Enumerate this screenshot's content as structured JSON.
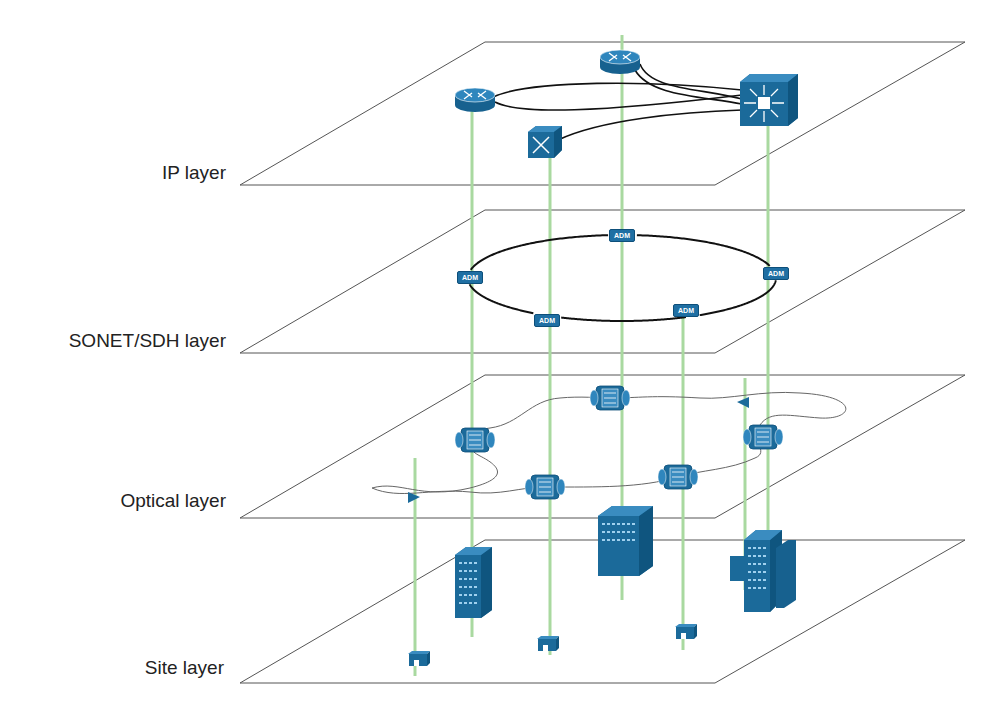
{
  "diagram": {
    "nodes": [
      {
        "text": [
          "ADM"
        ]
      },
      {
        "text": [
          "ADM"
        ]
      },
      {
        "text": [
          "ADM"
        ]
      },
      {
        "text": [
          "ADM"
        ]
      },
      {
        "text": [
          "ADM"
        ]
      }
    ],
    "edges": [
      {
        "from": 1,
        "to": 0,
        "arrow": "none"
      },
      {
        "from": 0,
        "to": 2,
        "arrow": "none"
      },
      {
        "from": 2,
        "to": 3,
        "arrow": "none"
      },
      {
        "from": 3,
        "to": 4,
        "arrow": "none"
      },
      {
        "from": 4,
        "to": 1,
        "arrow": "none"
      }
    ],
    "labels": [
      "IP layer",
      "SONET/SDH layer",
      "Optical layer",
      "Site layer"
    ]
  }
}
